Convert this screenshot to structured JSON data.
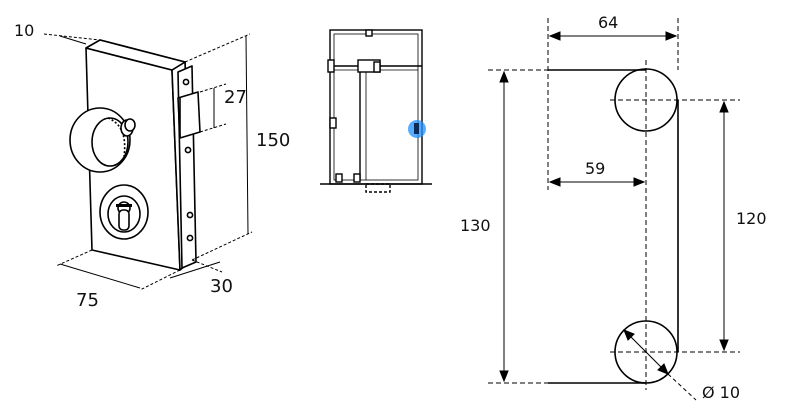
{
  "colors": {
    "ink": "#000000",
    "background": "#ffffff",
    "sensor": "#1e90ff"
  },
  "left_view": {
    "dim_thickness": "10",
    "dim_bolt": "27",
    "dim_height": "150",
    "dim_width": "75",
    "dim_depth": "30"
  },
  "right_view": {
    "dim_top": "64",
    "dim_inner": "59",
    "dim_outer_height": "130",
    "dim_center_height": "120",
    "dim_hole": "Ø 10"
  }
}
